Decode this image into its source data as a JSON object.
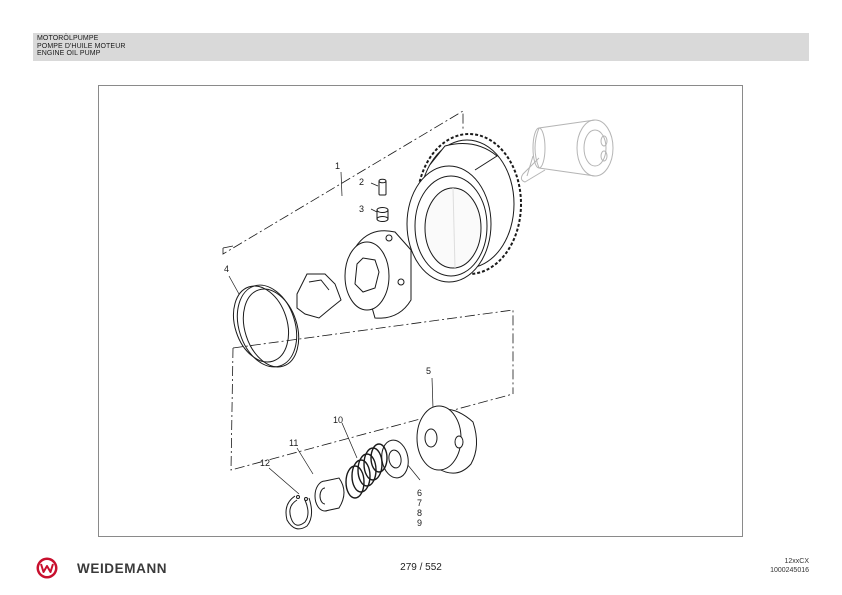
{
  "header": {
    "titles": [
      "MOTORÖLPUMPE",
      "POMPE D'HUILE MOTEUR",
      "ENGINE OIL PUMP"
    ]
  },
  "diagram": {
    "callouts": {
      "c1": "1",
      "c2": "2",
      "c3": "3",
      "c4": "4",
      "c5": "5",
      "c6": "6",
      "c7": "7",
      "c8": "8",
      "c9": "9",
      "c10": "10",
      "c11": "11",
      "c12": "12"
    }
  },
  "footer": {
    "brand": "WEIDEMANN",
    "page": "279 / 552",
    "model": "12xxCX",
    "doc_number": "1000245016"
  },
  "colors": {
    "header_band": "#d9d9d9",
    "logo_red": "#c8102e",
    "line": "#1a1a1a",
    "ghost_line": "#b5b5b5"
  }
}
